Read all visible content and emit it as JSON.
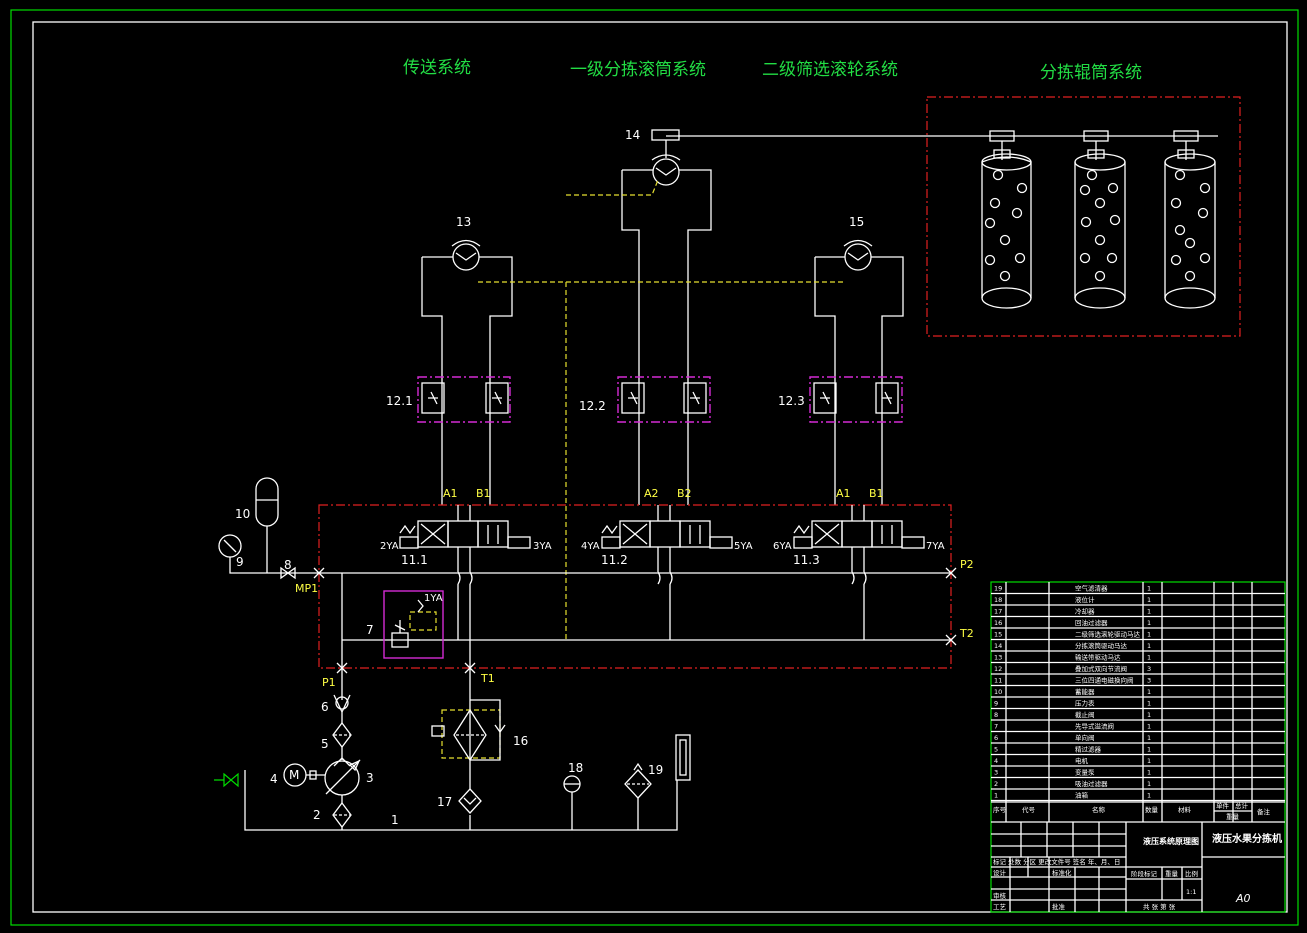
{
  "colors": {
    "background": "#000000",
    "frame": "#00dd00",
    "lines": "#ffffff",
    "pilot": "#e6e030",
    "group_box": "#e02020",
    "valve_box": "#d42bd4"
  },
  "section_titles": {
    "conveying": "传送系统",
    "first_sorting": "一级分拣滚筒系统",
    "second_screening": "二级筛选滚轮系统",
    "sorting_roller": "分拣辊筒系统"
  },
  "components": {
    "c1": "1",
    "c2": "2",
    "c3": "3",
    "c4": "4",
    "motor": "M",
    "c5": "5",
    "c6": "6",
    "c7": "7",
    "c8": "8",
    "c9": "9",
    "c10": "10",
    "c11_1": "11.1",
    "c11_2": "11.2",
    "c11_3": "11.3",
    "c12_1": "12.1",
    "c12_2": "12.2",
    "c12_3": "12.3",
    "c13": "13",
    "c14": "14",
    "c15": "15",
    "c16": "16",
    "c17": "17",
    "c18": "18",
    "c19": "19"
  },
  "ports": {
    "a1_left": "A1",
    "b1_left": "B1",
    "a2": "A2",
    "b2": "B2",
    "a1_right": "A1",
    "b1_right": "B1",
    "p1": "P1",
    "t1": "T1",
    "p2": "P2",
    "t2": "T2",
    "mp1": "MP1"
  },
  "solenoids": {
    "ya1": "1YA",
    "ya2": "2YA",
    "ya3": "3YA",
    "ya4": "4YA",
    "ya5": "5YA",
    "ya6": "6YA",
    "ya7": "7YA"
  },
  "title_block": {
    "parts": [
      {
        "no": "19",
        "name": "空气滤清器",
        "qty": "1"
      },
      {
        "no": "18",
        "name": "液位计",
        "qty": "1"
      },
      {
        "no": "17",
        "name": "冷却器",
        "qty": "1"
      },
      {
        "no": "16",
        "name": "回油过滤器",
        "qty": "1"
      },
      {
        "no": "15",
        "name": "二级筛选滚轮驱动马达",
        "qty": "1"
      },
      {
        "no": "14",
        "name": "分拣滚筒驱动马达",
        "qty": "1"
      },
      {
        "no": "13",
        "name": "输送带驱动马达",
        "qty": "1"
      },
      {
        "no": "12",
        "name": "叠加式双向节流阀",
        "qty": "3"
      },
      {
        "no": "11",
        "name": "三位四通电磁换向阀",
        "qty": "3"
      },
      {
        "no": "10",
        "name": "蓄能器",
        "qty": "1"
      },
      {
        "no": "9",
        "name": "压力表",
        "qty": "1"
      },
      {
        "no": "8",
        "name": "截止阀",
        "qty": "1"
      },
      {
        "no": "7",
        "name": "先导式溢流阀",
        "qty": "1"
      },
      {
        "no": "6",
        "name": "单向阀",
        "qty": "1"
      },
      {
        "no": "5",
        "name": "精过滤器",
        "qty": "1"
      },
      {
        "no": "4",
        "name": "电机",
        "qty": "1"
      },
      {
        "no": "3",
        "name": "变量泵",
        "qty": "1"
      },
      {
        "no": "2",
        "name": "吸油过滤器",
        "qty": "1"
      },
      {
        "no": "1",
        "name": "油箱",
        "qty": "1"
      }
    ],
    "header": {
      "seq": "序号",
      "code": "代号",
      "name": "名称",
      "qty": "数量",
      "material": "材料",
      "unit_weight": "单件",
      "total_weight": "总计",
      "weight": "重量",
      "remark": "备注"
    },
    "drawing_name": "液压系统原理图",
    "product_name": "液压水果分拣机",
    "rev_row": "标记 处数 分区 更改文件号 签名 年、月、日",
    "design": "设计",
    "standardize": "标准化",
    "stage_mark": "阶段标记",
    "weight_label": "重量",
    "scale_label": "比例",
    "scale": "1:1",
    "review": "审核",
    "process": "工艺",
    "approve": "批准",
    "sheets": "共 张 第 张",
    "size": "A0"
  }
}
